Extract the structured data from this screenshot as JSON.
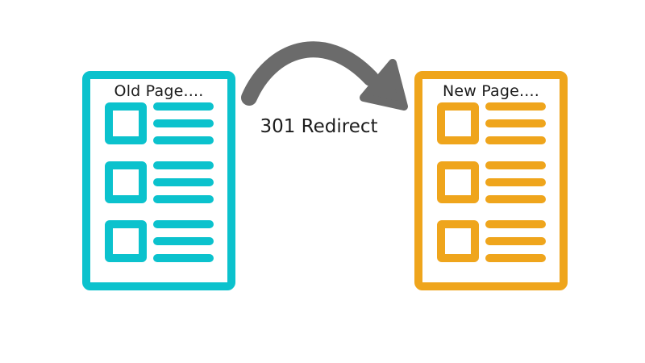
{
  "background_color": "#ffffff",
  "text_color": "#1c1c1c",
  "old_page": {
    "title": "Old Page....",
    "color": "#0bc2cd",
    "rows": 3,
    "bars_per_row": 3
  },
  "new_page": {
    "title": "New Page....",
    "color": "#efa51c",
    "rows": 3,
    "bars_per_row": 3
  },
  "arrow": {
    "label": "301 Redirect",
    "color": "#6b6b6b",
    "direction": "old-page-to-new-page"
  }
}
